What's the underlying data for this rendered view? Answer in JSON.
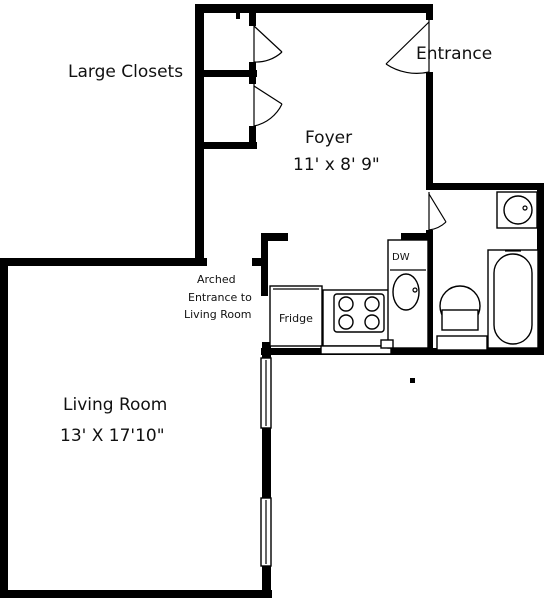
{
  "labels": {
    "large_closets": "Large Closets",
    "entrance": "Entrance",
    "foyer_name": "Foyer",
    "foyer_size": "11' x 8' 9\"",
    "arched_line1": "Arched",
    "arched_line2": "Entrance to",
    "arched_line3": "Living Room",
    "fridge": "Fridge",
    "dw": "DW",
    "living_name": "Living Room",
    "living_size": "13' X 17'10\""
  },
  "colors": {
    "wall": "#000000",
    "background": "#ffffff"
  }
}
